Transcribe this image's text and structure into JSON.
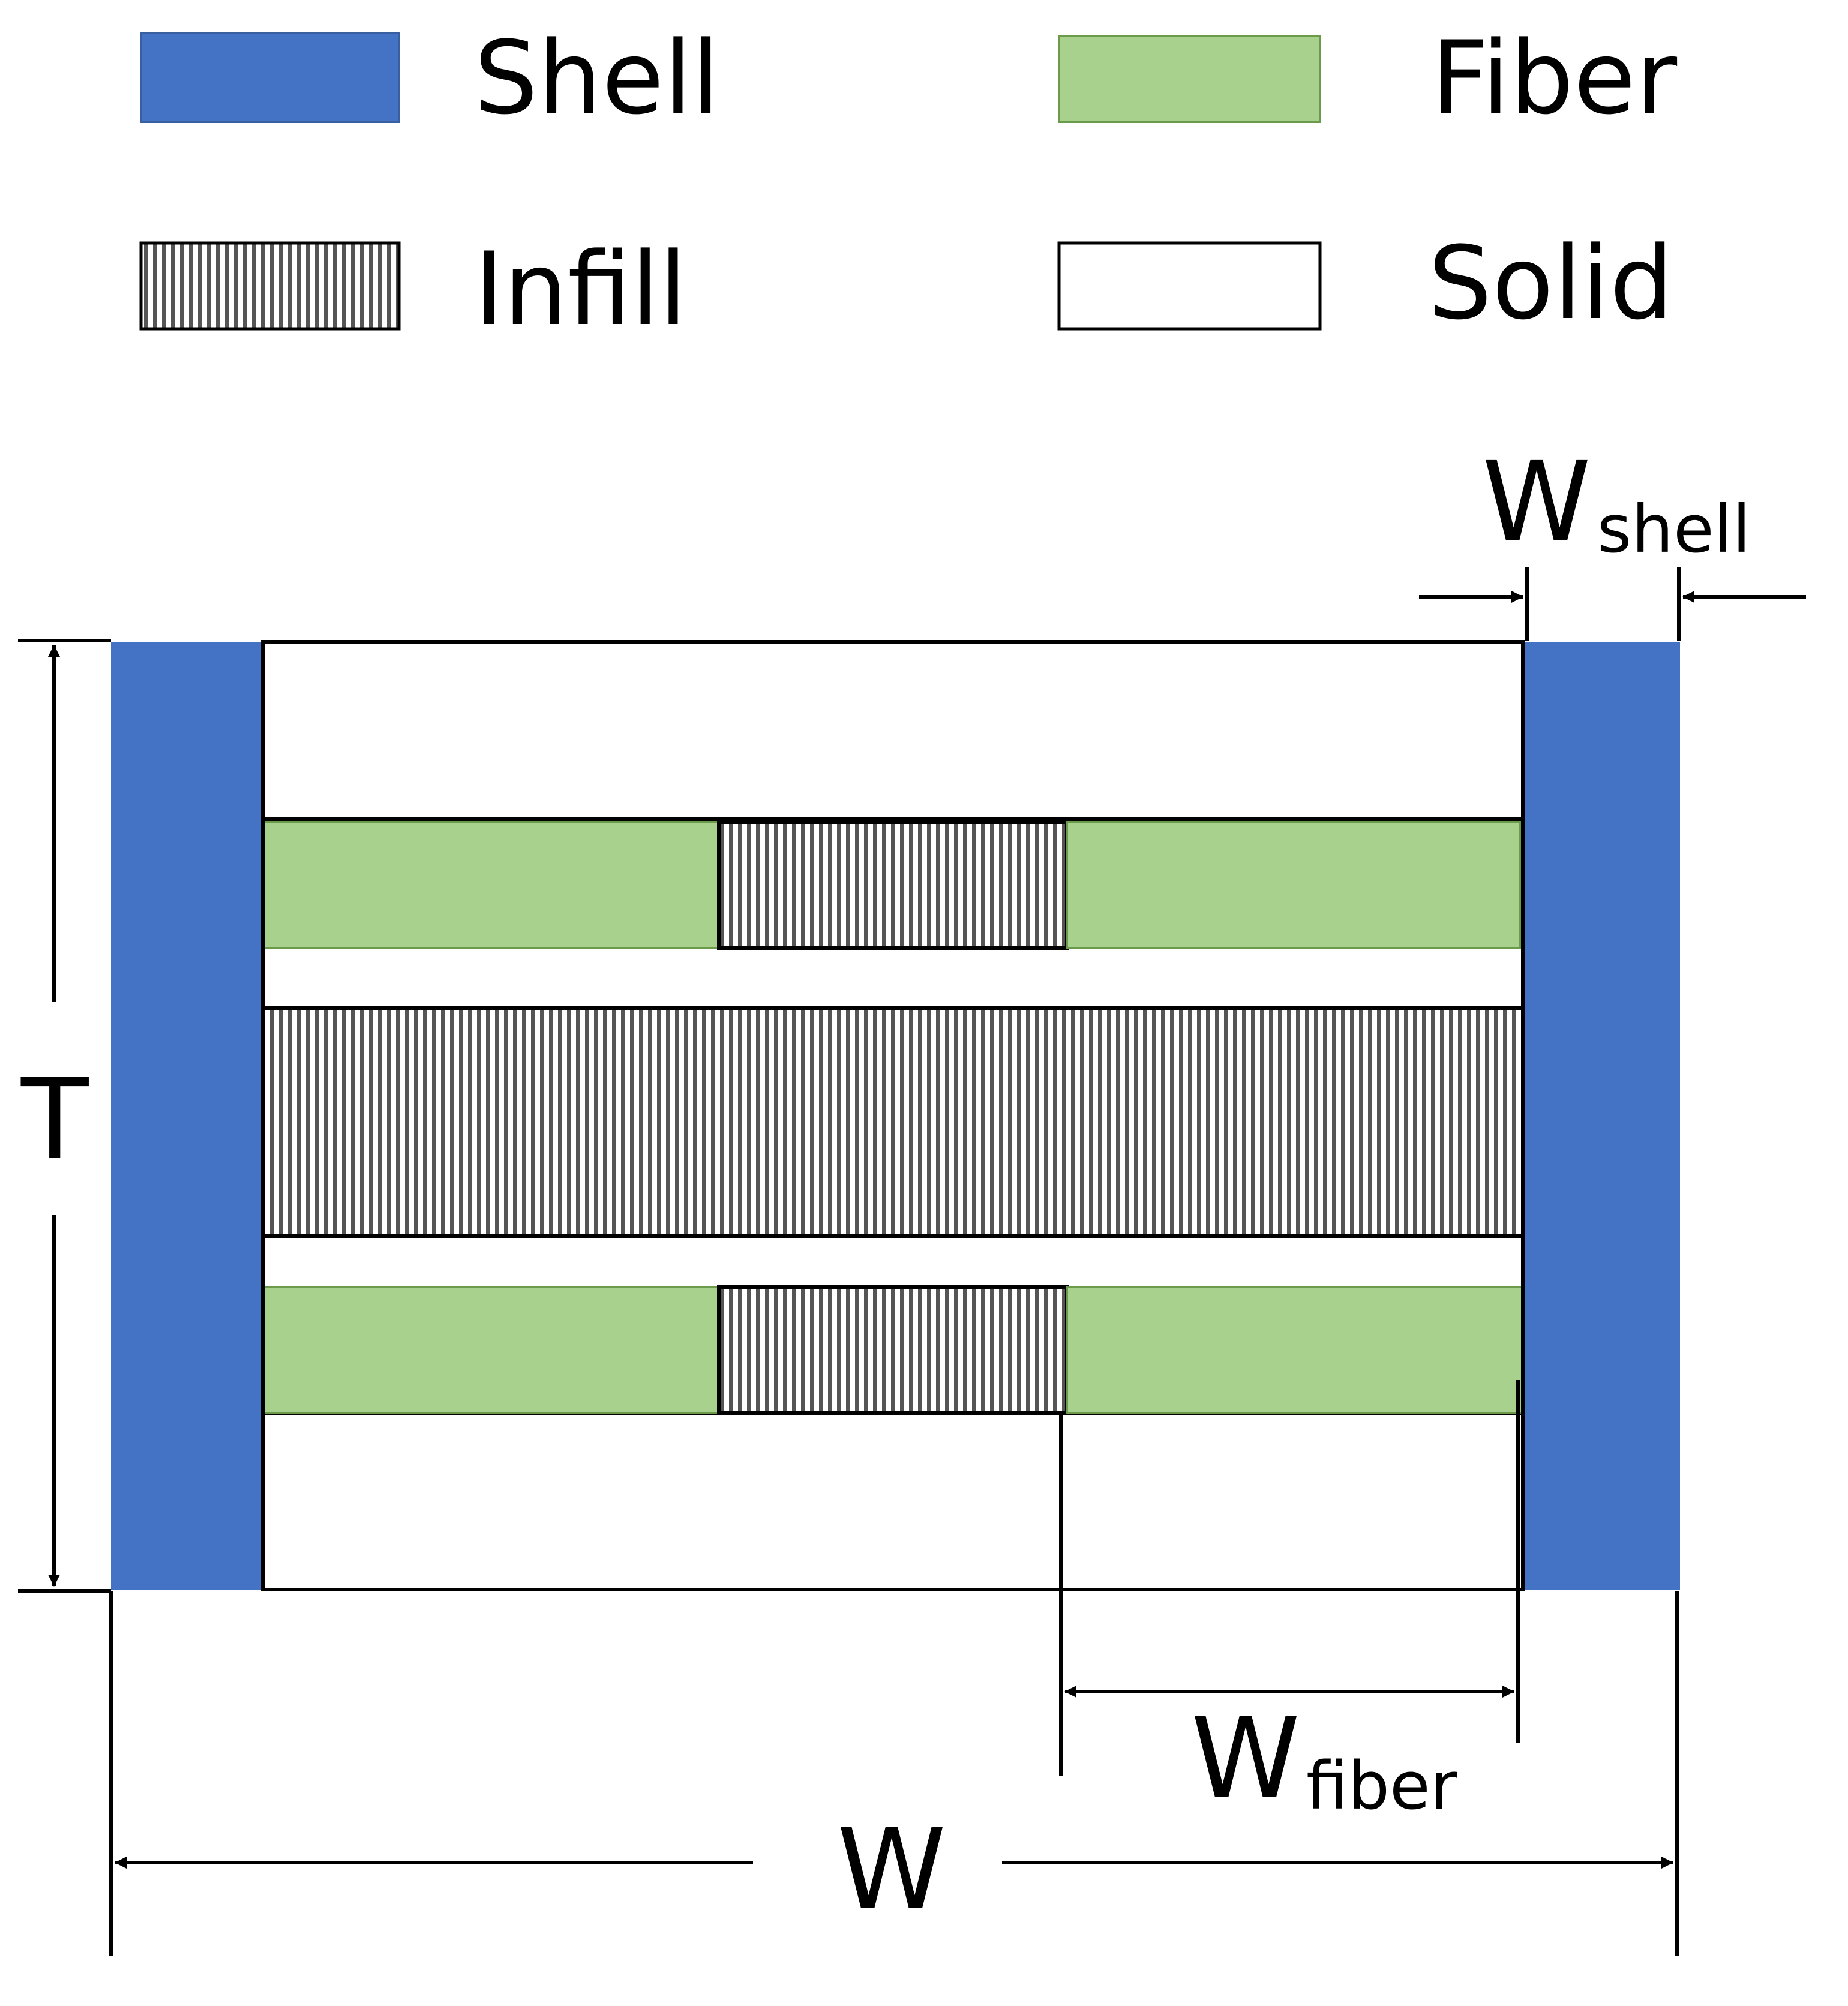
{
  "legend": {
    "shell": {
      "label": "Shell",
      "color": "#4472C4"
    },
    "fiber": {
      "label": "Fiber",
      "color": "#A9D18E"
    },
    "infill": {
      "label": "Infill",
      "pattern": "vertical-hatch"
    },
    "solid": {
      "label": "Solid",
      "color": "#FFFFFF"
    }
  },
  "dimensions": {
    "w_shell": {
      "main": "W",
      "sub": "shell"
    },
    "t": {
      "main": "T"
    },
    "w_fiber": {
      "main": "W",
      "sub": "fiber"
    },
    "w": {
      "main": "W"
    }
  },
  "colors": {
    "outline": "#000000",
    "fiber_border": "#6A9A4A",
    "hatch": "#555555"
  }
}
